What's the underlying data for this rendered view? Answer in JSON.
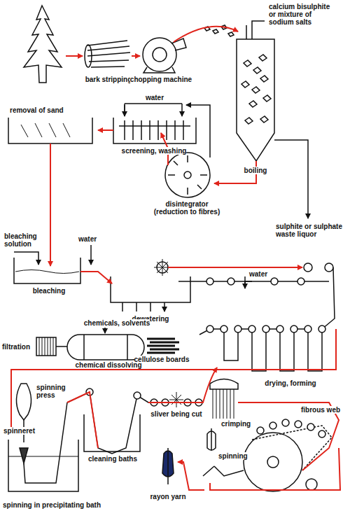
{
  "diagram": {
    "labels": [
      "bark stripping",
      "chopping machine",
      "calcium bisulphite or mixture of sodium salts",
      "boiling",
      "water",
      "removal of sand",
      "screening, washing",
      "disintegrator (reduction to fibres)",
      "sulphite or sulphate waste liquor",
      "bleaching solution",
      "water",
      "bleaching",
      "dewatering",
      "water",
      "chemicals, solvents",
      "filtration",
      "chemical dissolving",
      "cellulose boards",
      "drying, forming",
      "spinning press",
      "spinneret",
      "cleaning baths",
      "sliver being cut",
      "crimping",
      "fibrous web",
      "spinning",
      "rayon yarn",
      "spinning in precipitating bath"
    ]
  }
}
